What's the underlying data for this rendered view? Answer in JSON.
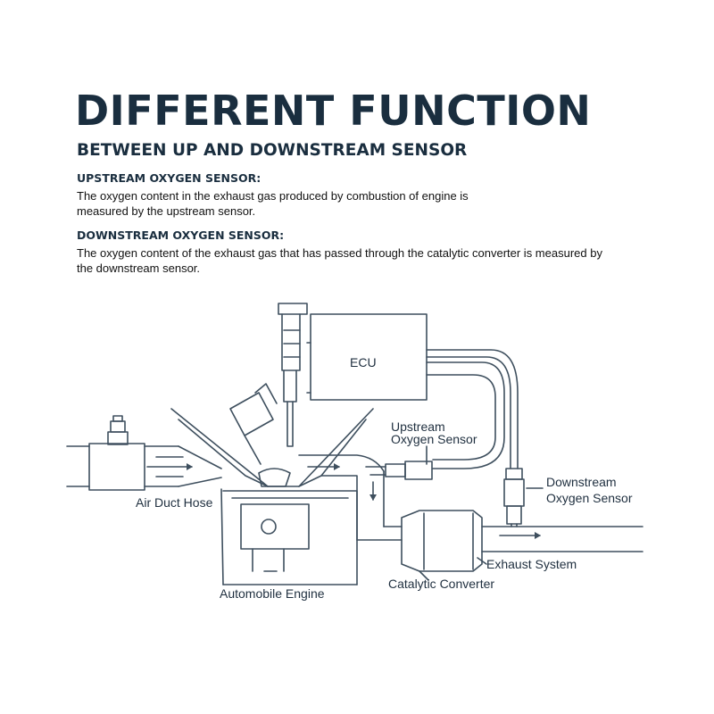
{
  "header": {
    "title": "DIFFERENT FUNCTION",
    "subtitle": "BETWEEN UP AND DOWNSTREAM SENSOR"
  },
  "sections": {
    "upstream": {
      "heading": "UPSTREAM OXYGEN SENSOR:",
      "body": "The oxygen content in the exhaust gas produced by combustion of engine is measured by the upstream sensor."
    },
    "downstream": {
      "heading": "DOWNSTREAM OXYGEN SENSOR:",
      "body": "The oxygen content of the exhaust gas that has passed through the catalytic converter is measured by the downstream sensor."
    }
  },
  "diagram": {
    "labels": {
      "ecu": "ECU",
      "upstream_line1": "Upstream",
      "upstream_line2": "Oxygen Sensor",
      "downstream_line1": "Downstream",
      "downstream_line2": "Oxygen Sensor",
      "air_duct": "Air Duct Hose",
      "engine": "Automobile Engine",
      "catalytic": "Catalytic Converter",
      "exhaust": "Exhaust System"
    },
    "colors": {
      "line": "#3e4f5e",
      "text": "#1f2f3f",
      "heading": "#1a2e3f"
    }
  }
}
